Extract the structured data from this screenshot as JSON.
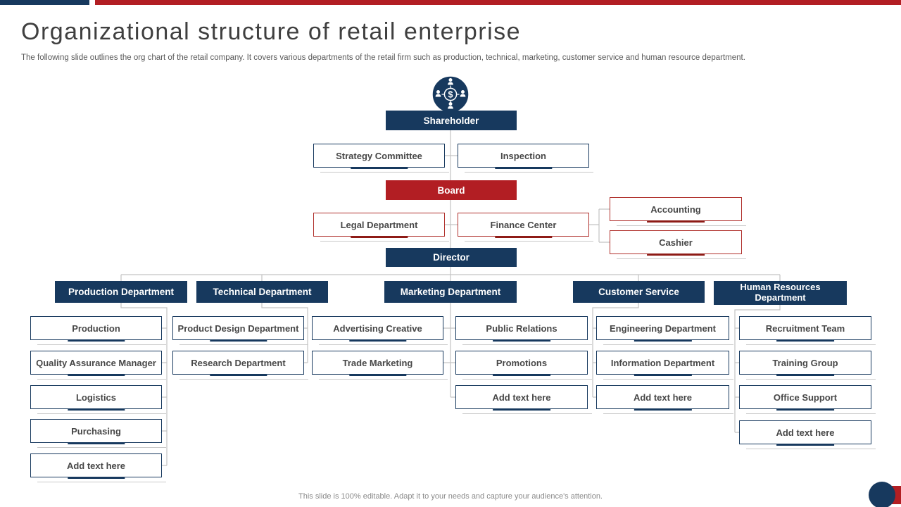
{
  "slide": {
    "title": "Organizational structure of retail enterprise",
    "subtitle": "The following slide outlines the org chart of the retail company. It covers various departments of the retail firm such as production, technical, marketing, customer service and human resource department.",
    "footer": "This slide is 100% editable.  Adapt it to your needs and capture your audience's attention."
  },
  "colors": {
    "navy": "#17395E",
    "red": "#B21E23",
    "box_text": "#474747",
    "connector_gray": "#C3C3C3"
  },
  "icons": {
    "shareholder_icon": "shareholder-network-icon"
  },
  "org": {
    "shareholder": "Shareholder",
    "strategy_committee": "Strategy Committee",
    "inspection": "Inspection",
    "board": "Board",
    "legal_department": "Legal Department",
    "finance_center": "Finance Center",
    "accounting": "Accounting",
    "cashier": "Cashier",
    "director": "Director",
    "departments": {
      "production": {
        "header": "Production Department",
        "items": [
          "Production",
          "Quality Assurance  Manager",
          "Logistics",
          "Purchasing",
          "Add text here"
        ]
      },
      "technical": {
        "header": "Technical Department",
        "items": [
          "Product Design Department",
          "Research Department"
        ]
      },
      "marketing": {
        "header": "Marketing Department",
        "left_items": [
          "Advertising  Creative",
          "Trade Marketing"
        ],
        "right_items": [
          "Public Relations",
          "Promotions",
          "Add text here"
        ]
      },
      "customer_service": {
        "header": "Customer  Service",
        "items": [
          "Engineering Department",
          "Information Department",
          "Add text here"
        ]
      },
      "human_resources": {
        "header": "Human Resources Department",
        "items": [
          "Recruitment Team",
          "Training Group",
          "Office Support",
          "Add text here"
        ]
      }
    }
  }
}
